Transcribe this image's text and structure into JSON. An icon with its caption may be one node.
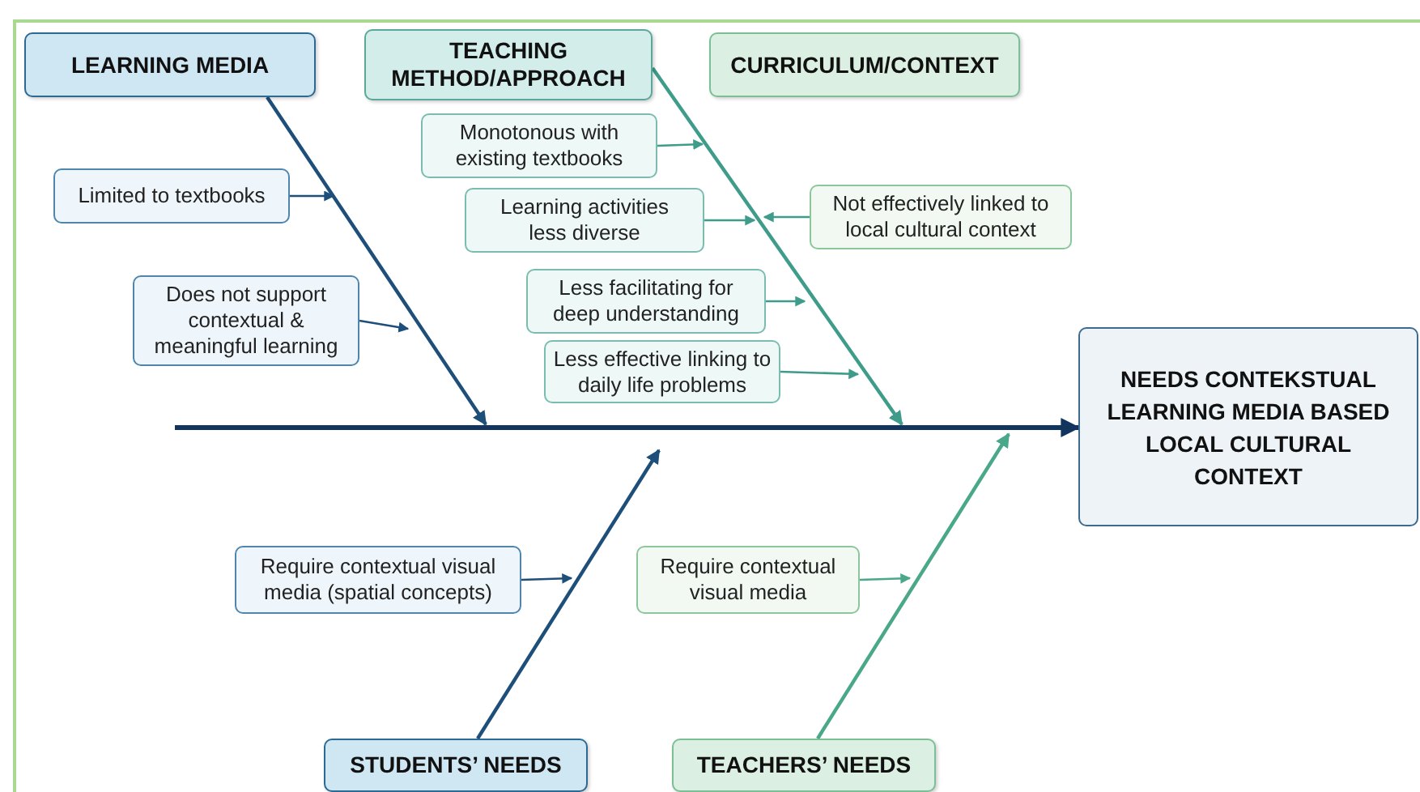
{
  "diagram": {
    "nodes": [
      {
        "text": [
          "LEARNING MEDIA"
        ]
      },
      {
        "text": [
          "TEACHING METHOD/APPROACH"
        ]
      },
      {
        "text": [
          "CURRICULUM/CONTEXT"
        ]
      },
      {
        "text": [
          "Limited to textbooks"
        ]
      },
      {
        "text": [
          "Does not support contextual & meaningful learning"
        ]
      },
      {
        "text": [
          "Monotonous with existing textbooks"
        ]
      },
      {
        "text": [
          "Learning activities less diverse"
        ]
      },
      {
        "text": [
          "Not effectively linked to local cultural context"
        ]
      },
      {
        "text": [
          "Less facilitating for deep understanding"
        ]
      },
      {
        "text": [
          "Less effective linking to daily life problems"
        ]
      },
      {
        "text": [
          "NEEDS CONTEKSTUAL LEARNING MEDIA BASED LOCAL CULTURAL CONTEXT"
        ]
      },
      {
        "text": [
          "Require contextual visual media (spatial concepts)"
        ]
      },
      {
        "text": [
          "Require contextual visual media"
        ]
      },
      {
        "text": [
          "STUDENTS’ NEEDS"
        ]
      },
      {
        "text": [
          "TEACHERS’ NEEDS"
        ]
      }
    ],
    "edges": [
      {
        "from": null,
        "to": 10,
        "arrow": "to",
        "style": "thick",
        "color": "#12355f"
      },
      {
        "from": 0,
        "to": null,
        "arrow": "to",
        "color": "#1d4f7a"
      },
      {
        "from": 1,
        "to": null,
        "arrow": "to",
        "color": "#3f9b8a"
      },
      {
        "from": 13,
        "to": null,
        "arrow": "to",
        "color": "#1d4f7a"
      },
      {
        "from": 14,
        "to": null,
        "arrow": "to",
        "color": "#4aa88a"
      },
      {
        "from": 3,
        "to": null,
        "arrow": "to",
        "color": "#1d4f7a"
      },
      {
        "from": 4,
        "to": null,
        "arrow": "to",
        "color": "#1d4f7a"
      },
      {
        "from": 5,
        "to": null,
        "arrow": "to",
        "color": "#3f9b8a"
      },
      {
        "from": 6,
        "to": null,
        "arrow": "to",
        "color": "#3f9b8a"
      },
      {
        "from": 7,
        "to": null,
        "arrow": "to",
        "color": "#3f9b8a"
      },
      {
        "from": 8,
        "to": null,
        "arrow": "to",
        "color": "#3f9b8a"
      },
      {
        "from": 9,
        "to": null,
        "arrow": "to",
        "color": "#3f9b8a"
      },
      {
        "from": 11,
        "to": null,
        "arrow": "to",
        "color": "#1d4f7a"
      },
      {
        "from": 12,
        "to": null,
        "arrow": "to",
        "color": "#4aa88a"
      }
    ]
  }
}
